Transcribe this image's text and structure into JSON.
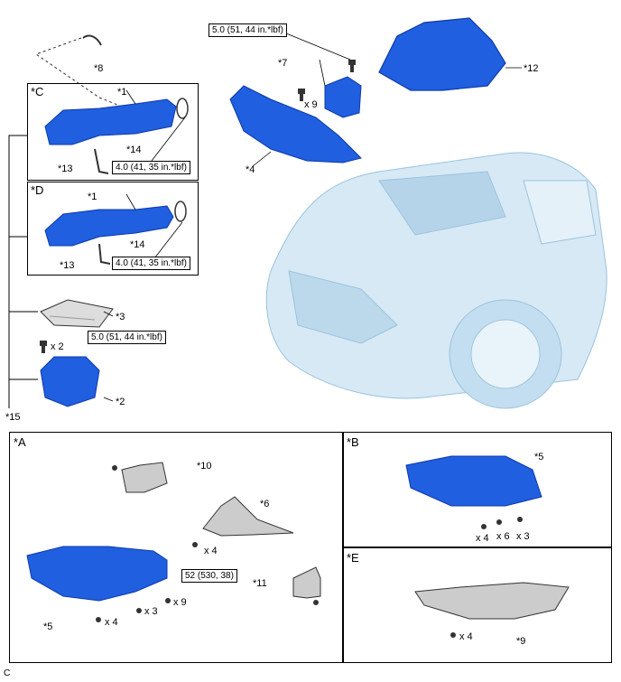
{
  "colors": {
    "part_blue": "#1f5fe0",
    "part_blue_dark": "#0f3aa8",
    "car_tint": "#d6e9f5"
  },
  "callouts": {
    "c1a": "*1",
    "c1b": "*1",
    "c2": "*2",
    "c3": "*3",
    "c4": "*4",
    "c5a": "*5",
    "c5b": "*5",
    "c6": "*6",
    "c7": "*7",
    "c8": "*8",
    "c9": "*9",
    "c10": "*10",
    "c11": "*11",
    "c12": "*12",
    "c13a": "*13",
    "c13b": "*13",
    "c14a": "*14",
    "c14b": "*14",
    "c15": "*15"
  },
  "boxes": {
    "C": "*C",
    "D": "*D",
    "A": "*A",
    "B": "*B",
    "E": "*E"
  },
  "torques": {
    "t_top": "5.0 (51, 44 in.*lbf)",
    "t_c": "4.0 (41, 35 in.*lbf)",
    "t_d": "4.0 (41, 35 in.*lbf)",
    "t_left": "5.0 (51, 44 in.*lbf)",
    "t_a": "52 (530, 38)"
  },
  "quantities": {
    "q9top": "x 9",
    "q2": "x 2",
    "qa4": "x 4",
    "qa4b": "x 4",
    "qa3": "x 3",
    "qa9": "x 9",
    "qb4": "x 4",
    "qb6": "x 6",
    "qb3": "x 3",
    "qe4": "x 4"
  },
  "footer": {
    "code": "C"
  }
}
